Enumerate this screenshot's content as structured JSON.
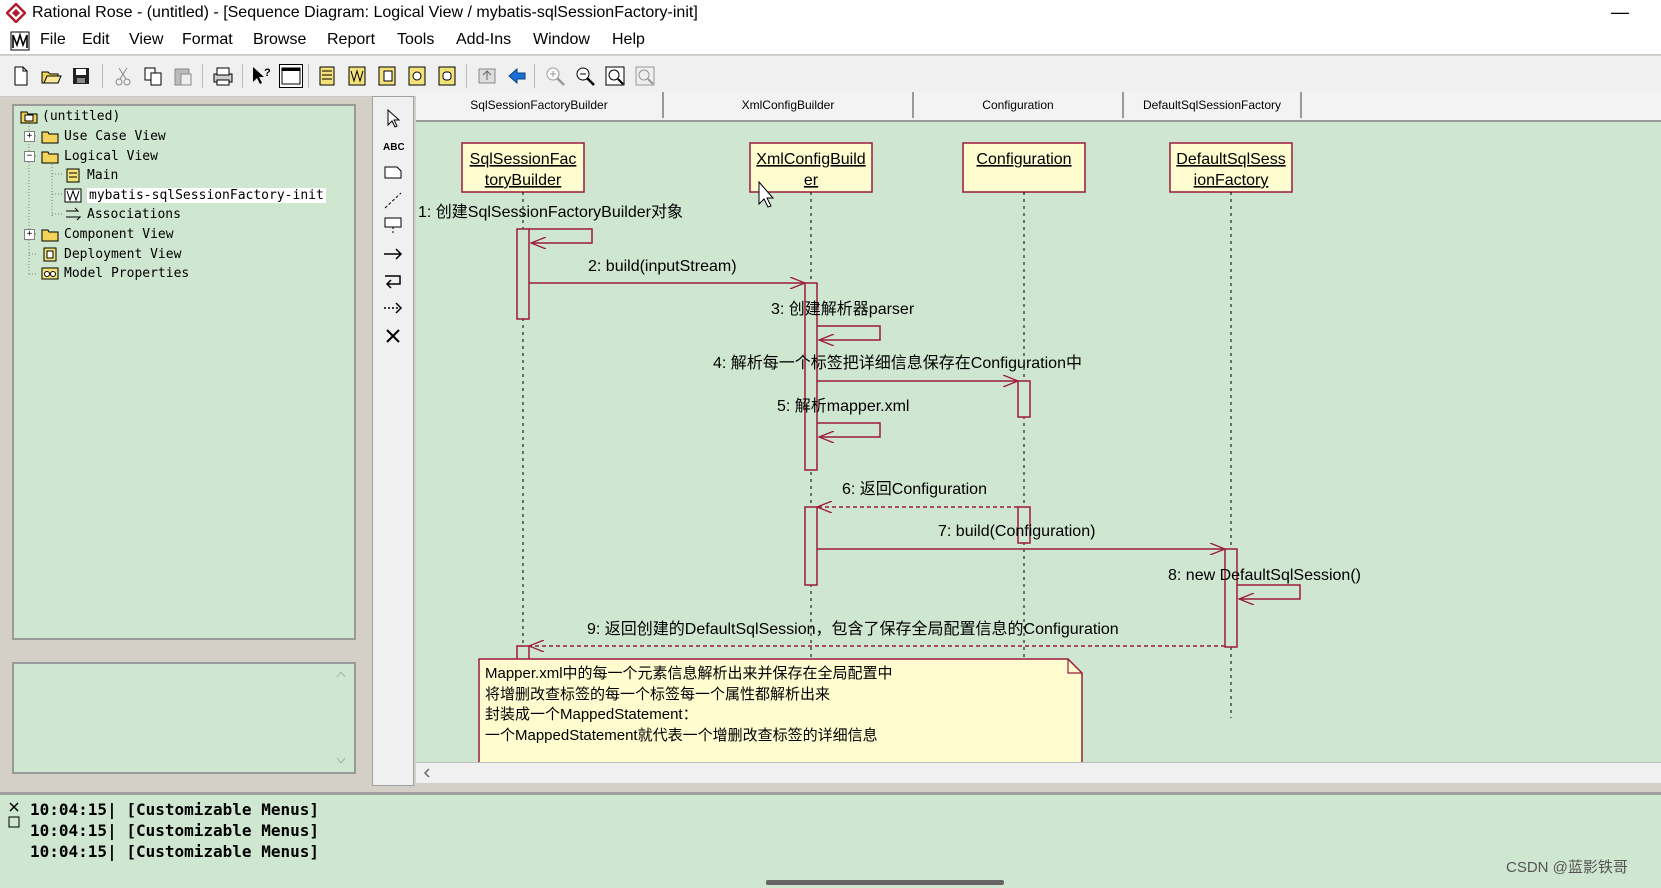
{
  "window": {
    "title": "Rational Rose - (untitled) - [Sequence Diagram: Logical View / mybatis-sqlSessionFactory-init]",
    "minimize_label": "—"
  },
  "menu": [
    "File",
    "Edit",
    "View",
    "Format",
    "Browse",
    "Report",
    "Tools",
    "Add-Ins",
    "Window",
    "Help"
  ],
  "browser": {
    "items": [
      {
        "label": "(untitled)"
      },
      {
        "label": "Use Case View"
      },
      {
        "label": "Logical View"
      },
      {
        "label": "Main"
      },
      {
        "label": "mybatis-sqlSessionFactory-init"
      },
      {
        "label": "Associations"
      },
      {
        "label": "Component View"
      },
      {
        "label": "Deployment View"
      },
      {
        "label": "Model Properties"
      }
    ]
  },
  "palette": [
    "selection-tool",
    "text-tool",
    "note-tool",
    "anchor-note-tool",
    "object-tool",
    "message-tool",
    "message-to-self-tool",
    "return-message-tool",
    "destruction-marker-tool"
  ],
  "header": [
    "SqlSessionFactoryBuilder",
    "XmlConfigBuilder",
    "Configuration",
    "DefaultSqlSessionFactory"
  ],
  "objects": [
    {
      "line1": "SqlSessionFac",
      "line2": "toryBuilder"
    },
    {
      "line1": "XmlConfigBuild",
      "line2": "er"
    },
    {
      "line1": "Configuration",
      "line2": ""
    },
    {
      "line1": "DefaultSqlSess",
      "line2": "ionFactory"
    }
  ],
  "messages": [
    "1: 创建SqlSessionFactoryBuilder对象",
    "2: build(inputStream)",
    "3: 创建解析器parser",
    "4: 解析每一个标签把详细信息保存在Configuration中",
    "5: 解析mapper.xml",
    "6: 返回Configuration",
    "7: build(Configuration)",
    "8: new DefaultSqlSession()",
    "9: 返回创建的DefaultSqlSession，包含了保存全局配置信息的Configuration"
  ],
  "note": [
    "Mapper.xml中的每一个元素信息解析出来并保存在全局配置中",
    "将增删改查标签的每一个标签每一个属性都解析出来",
    "封装成一个MappedStatement：",
    "一个MappedStatement就代表一个增删改查标签的详细信息"
  ],
  "log": [
    "10:04:15|  [Customizable Menus]",
    "10:04:15|  [Customizable Menus]",
    "10:04:15|  [Customizable Menus]"
  ],
  "watermark": "CSDN @蓝影铁哥",
  "colors": {
    "diagram_bg": "#cfe6d0",
    "lifeline": "#9b1b3a",
    "object_fill": "#fffcd0",
    "note_fill": "#fffcd0"
  }
}
